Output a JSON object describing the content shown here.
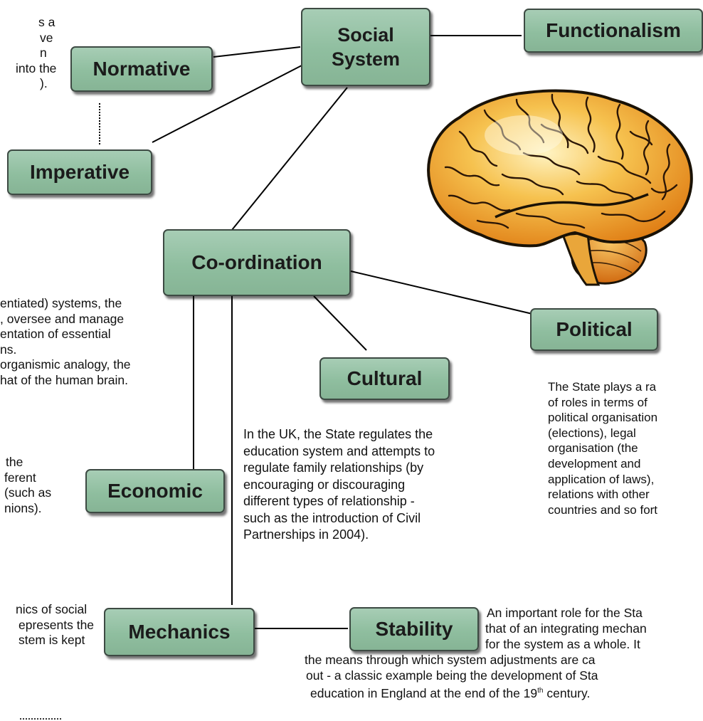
{
  "nodes": {
    "social_system": [
      "Social",
      "System"
    ],
    "functionalism": "Functionalism",
    "normative": "Normative",
    "imperative": "Imperative",
    "coordination": "Co-ordination",
    "political": "Political",
    "cultural": "Cultural",
    "economic": "Economic",
    "mechanics": "Mechanics",
    "stability": "Stability"
  },
  "texts": {
    "top_left": [
      "s  a",
      "ve",
      "n",
      "into the",
      ")."
    ],
    "coordination_desc": [
      "entiated) systems, the",
      ", oversee and manage",
      "entation of essential",
      "ns.",
      "organismic analogy, the",
      "hat of the human brain."
    ],
    "economic_desc": [
      "the",
      "ferent",
      "(such as",
      "nions)."
    ],
    "mechanics_desc": [
      "nics of social",
      "epresents the",
      "stem is kept"
    ],
    "cultural_desc": [
      "In the UK, the State regulates the",
      "education system and attempts to",
      "regulate family relationships (by",
      "encouraging or discouraging",
      "different types of relationship -",
      "such as the introduction of Civil",
      "Partnerships in 2004)."
    ],
    "political_desc": [
      "The State plays a ra",
      "of  roles  in  terms  of",
      "political organisation",
      "(elections),   legal",
      "organisation  (the",
      "development  and",
      "application  of  laws),",
      "relations  with  other",
      "countries and so fort"
    ],
    "stability_desc_right": [
      "An important role for the Sta",
      "that of an integrating mechan",
      "for the system as a whole. It"
    ],
    "stability_desc_bottom": [
      "the means through which system adjustments are ca",
      "out - a classic example being the development of Sta"
    ],
    "stability_last": {
      "before": "education in England at the end of the 19",
      "sup": "th",
      "after": " century."
    }
  },
  "brain_icon": "brain-illustration",
  "colors": {
    "node_fill": "#8fbe9f",
    "node_border": "#3d4a43",
    "brain_fill": "#f3b742",
    "brain_outline": "#1a1206"
  }
}
